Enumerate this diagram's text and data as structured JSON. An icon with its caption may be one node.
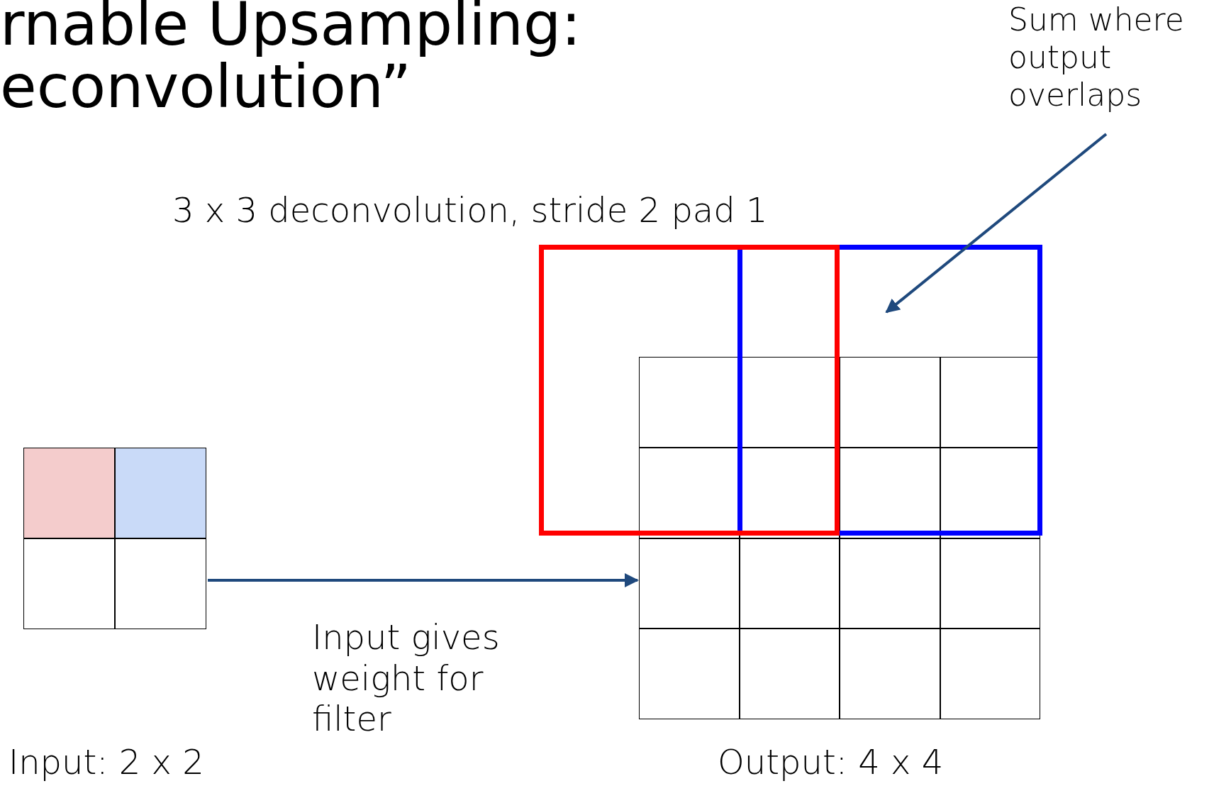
{
  "diagram": {
    "title": "rnable Upsampling: econvolution”",
    "nodes": [
      {
        "text": [],
        "shape": "box",
        "beside": [
          "Input: 2 x 2"
        ]
      },
      {
        "text": [],
        "shape": "box",
        "beside": [
          "Output: 4 x 4"
        ]
      },
      {
        "text": [],
        "shape": "box"
      },
      {
        "text": [],
        "shape": "box"
      },
      {
        "text": [
          "Sum where output overlaps"
        ]
      }
    ],
    "edges": [
      {
        "from": 0,
        "to": 1,
        "arrow": "to",
        "label": "Input gives weight for filter"
      },
      {
        "from": 4,
        "to": 3,
        "arrow": "to"
      }
    ],
    "labels": [
      "3 x 3 deconvolution, stride 2 pad 1"
    ]
  }
}
